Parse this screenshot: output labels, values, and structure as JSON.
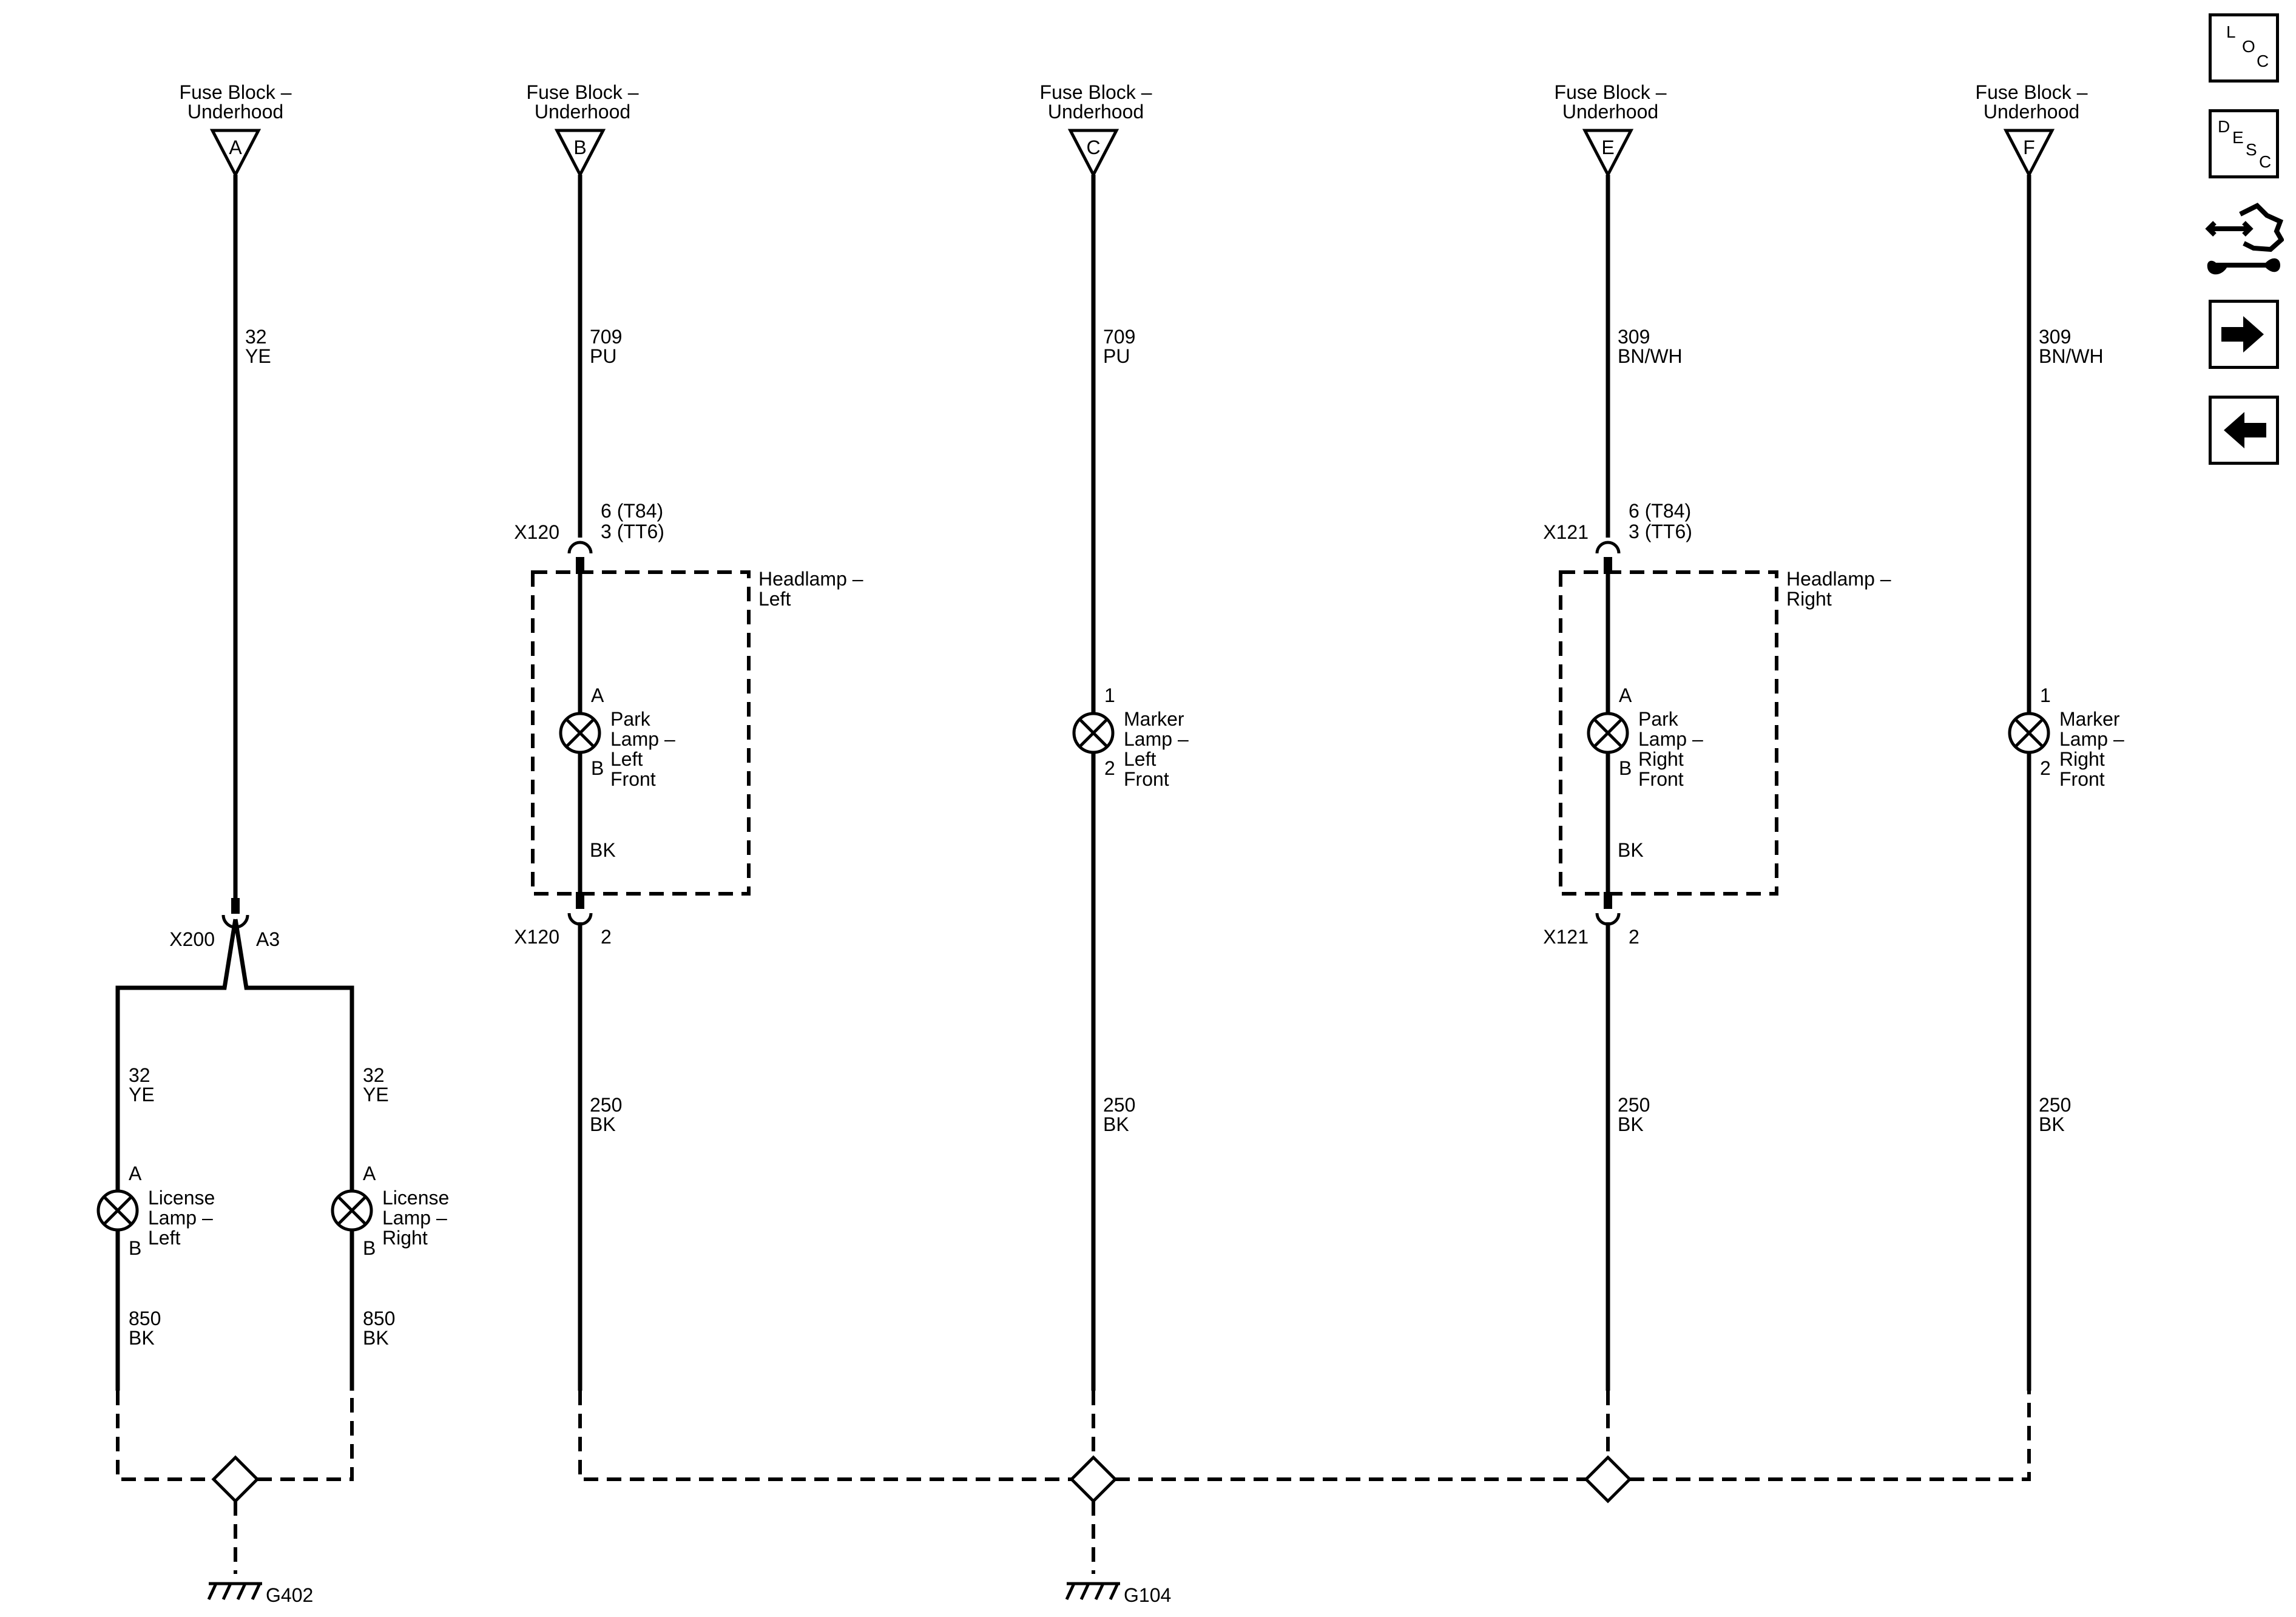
{
  "sources": [
    {
      "line1": "Fuse Block –",
      "line2": "Underhood",
      "pin": "A"
    },
    {
      "line1": "Fuse Block –",
      "line2": "Underhood",
      "pin": "B"
    },
    {
      "line1": "Fuse Block –",
      "line2": "Underhood",
      "pin": "C"
    },
    {
      "line1": "Fuse Block –",
      "line2": "Underhood",
      "pin": "E"
    },
    {
      "line1": "Fuse Block –",
      "line2": "Underhood",
      "pin": "F"
    }
  ],
  "wires": {
    "a_top": {
      "circuit": "32",
      "color": "YE"
    },
    "b_top": {
      "circuit": "709",
      "color": "PU"
    },
    "c_top": {
      "circuit": "709",
      "color": "PU"
    },
    "e_top": {
      "circuit": "309",
      "color": "BN/WH"
    },
    "f_top": {
      "circuit": "309",
      "color": "BN/WH"
    },
    "lic_left_top": {
      "circuit": "32",
      "color": "YE"
    },
    "lic_right_top": {
      "circuit": "32",
      "color": "YE"
    },
    "lic_left_bot": {
      "circuit": "850",
      "color": "BK"
    },
    "lic_right_bot": {
      "circuit": "850",
      "color": "BK"
    },
    "b_inner": {
      "color": "BK"
    },
    "e_inner": {
      "color": "BK"
    },
    "b_bot": {
      "circuit": "250",
      "color": "BK"
    },
    "c_bot": {
      "circuit": "250",
      "color": "BK"
    },
    "e_bot": {
      "circuit": "250",
      "color": "BK"
    },
    "f_bot": {
      "circuit": "250",
      "color": "BK"
    }
  },
  "connectors": {
    "x120_top": {
      "name": "X120",
      "pin1": "6 (T84)",
      "pin2": "3 (TT6)"
    },
    "x121_top": {
      "name": "X121",
      "pin1": "6 (T84)",
      "pin2": "3 (TT6)"
    },
    "x120_bot": {
      "name": "X120",
      "pin": "2"
    },
    "x121_bot": {
      "name": "X121",
      "pin": "2"
    },
    "x200": {
      "name": "X200",
      "pin": "A3"
    }
  },
  "modules": {
    "headlamp_left": {
      "line1": "Headlamp –",
      "line2": "Left"
    },
    "headlamp_right": {
      "line1": "Headlamp –",
      "line2": "Right"
    }
  },
  "lamps": {
    "park_left": {
      "pin_top": "A",
      "pin_bot": "B",
      "lines": [
        "Park",
        "Lamp –",
        "Left",
        "Front"
      ]
    },
    "marker_left": {
      "pin_top": "1",
      "pin_bot": "2",
      "lines": [
        "Marker",
        "Lamp –",
        "Left",
        "Front"
      ]
    },
    "park_right": {
      "pin_top": "A",
      "pin_bot": "B",
      "lines": [
        "Park",
        "Lamp –",
        "Right",
        "Front"
      ]
    },
    "marker_right": {
      "pin_top": "1",
      "pin_bot": "2",
      "lines": [
        "Marker",
        "Lamp –",
        "Right",
        "Front"
      ]
    },
    "license_left": {
      "pin_top": "A",
      "pin_bot": "B",
      "lines": [
        "License",
        "Lamp –",
        "Left"
      ]
    },
    "license_right": {
      "pin_top": "A",
      "pin_bot": "B",
      "lines": [
        "License",
        "Lamp –",
        "Right"
      ]
    }
  },
  "grounds": {
    "g402": "G402",
    "g104": "G104"
  },
  "nav": {
    "loc": {
      "l1": "L",
      "l2": "O",
      "l3": "C"
    },
    "desc": {
      "l1": "D",
      "l2": "E",
      "l3": "S",
      "l4": "C"
    },
    "tool_icon": "connector-wrench-icon",
    "next_icon": "right-arrow-icon",
    "prev_icon": "left-arrow-icon"
  }
}
